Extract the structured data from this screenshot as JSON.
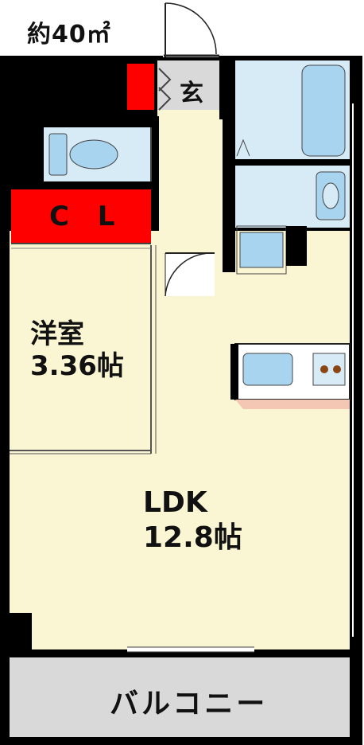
{
  "floorplan": {
    "area_label": "約40㎡",
    "rooms": {
      "entrance": "玄",
      "closet": "C L",
      "western_room_name": "洋室",
      "western_room_size": "3.36帖",
      "ldk_name": "LDK",
      "ldk_size": "12.8帖",
      "balcony": "バルコニー"
    },
    "colors": {
      "wall": "#000000",
      "room_fill": "#faf5d2",
      "wet_area_fill": "#d7ebf7",
      "fixture_fill": "#a8d4ef",
      "closet_fill": "#ff0000",
      "balcony_fill": "#d9d9d9",
      "counter_fill": "#f3c7b4"
    }
  }
}
